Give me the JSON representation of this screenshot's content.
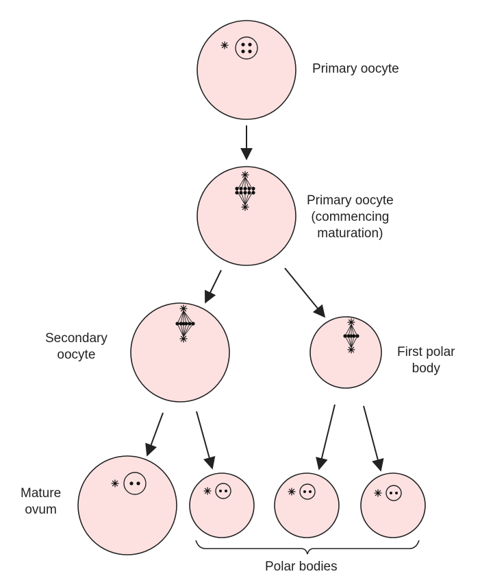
{
  "labels": {
    "primary_oocyte": "Primary oocyte",
    "primary_oocyte_maturing": [
      "Primary oocyte",
      "(commencing",
      "maturation)"
    ],
    "secondary_oocyte": [
      "Secondary",
      "oocyte"
    ],
    "first_polar_body": [
      "First polar",
      "body"
    ],
    "mature_ovum": [
      "Mature",
      "ovum"
    ],
    "polar_bodies": "Polar bodies"
  },
  "colors": {
    "cell_fill": "#fde1e1",
    "outline": "#222222"
  }
}
